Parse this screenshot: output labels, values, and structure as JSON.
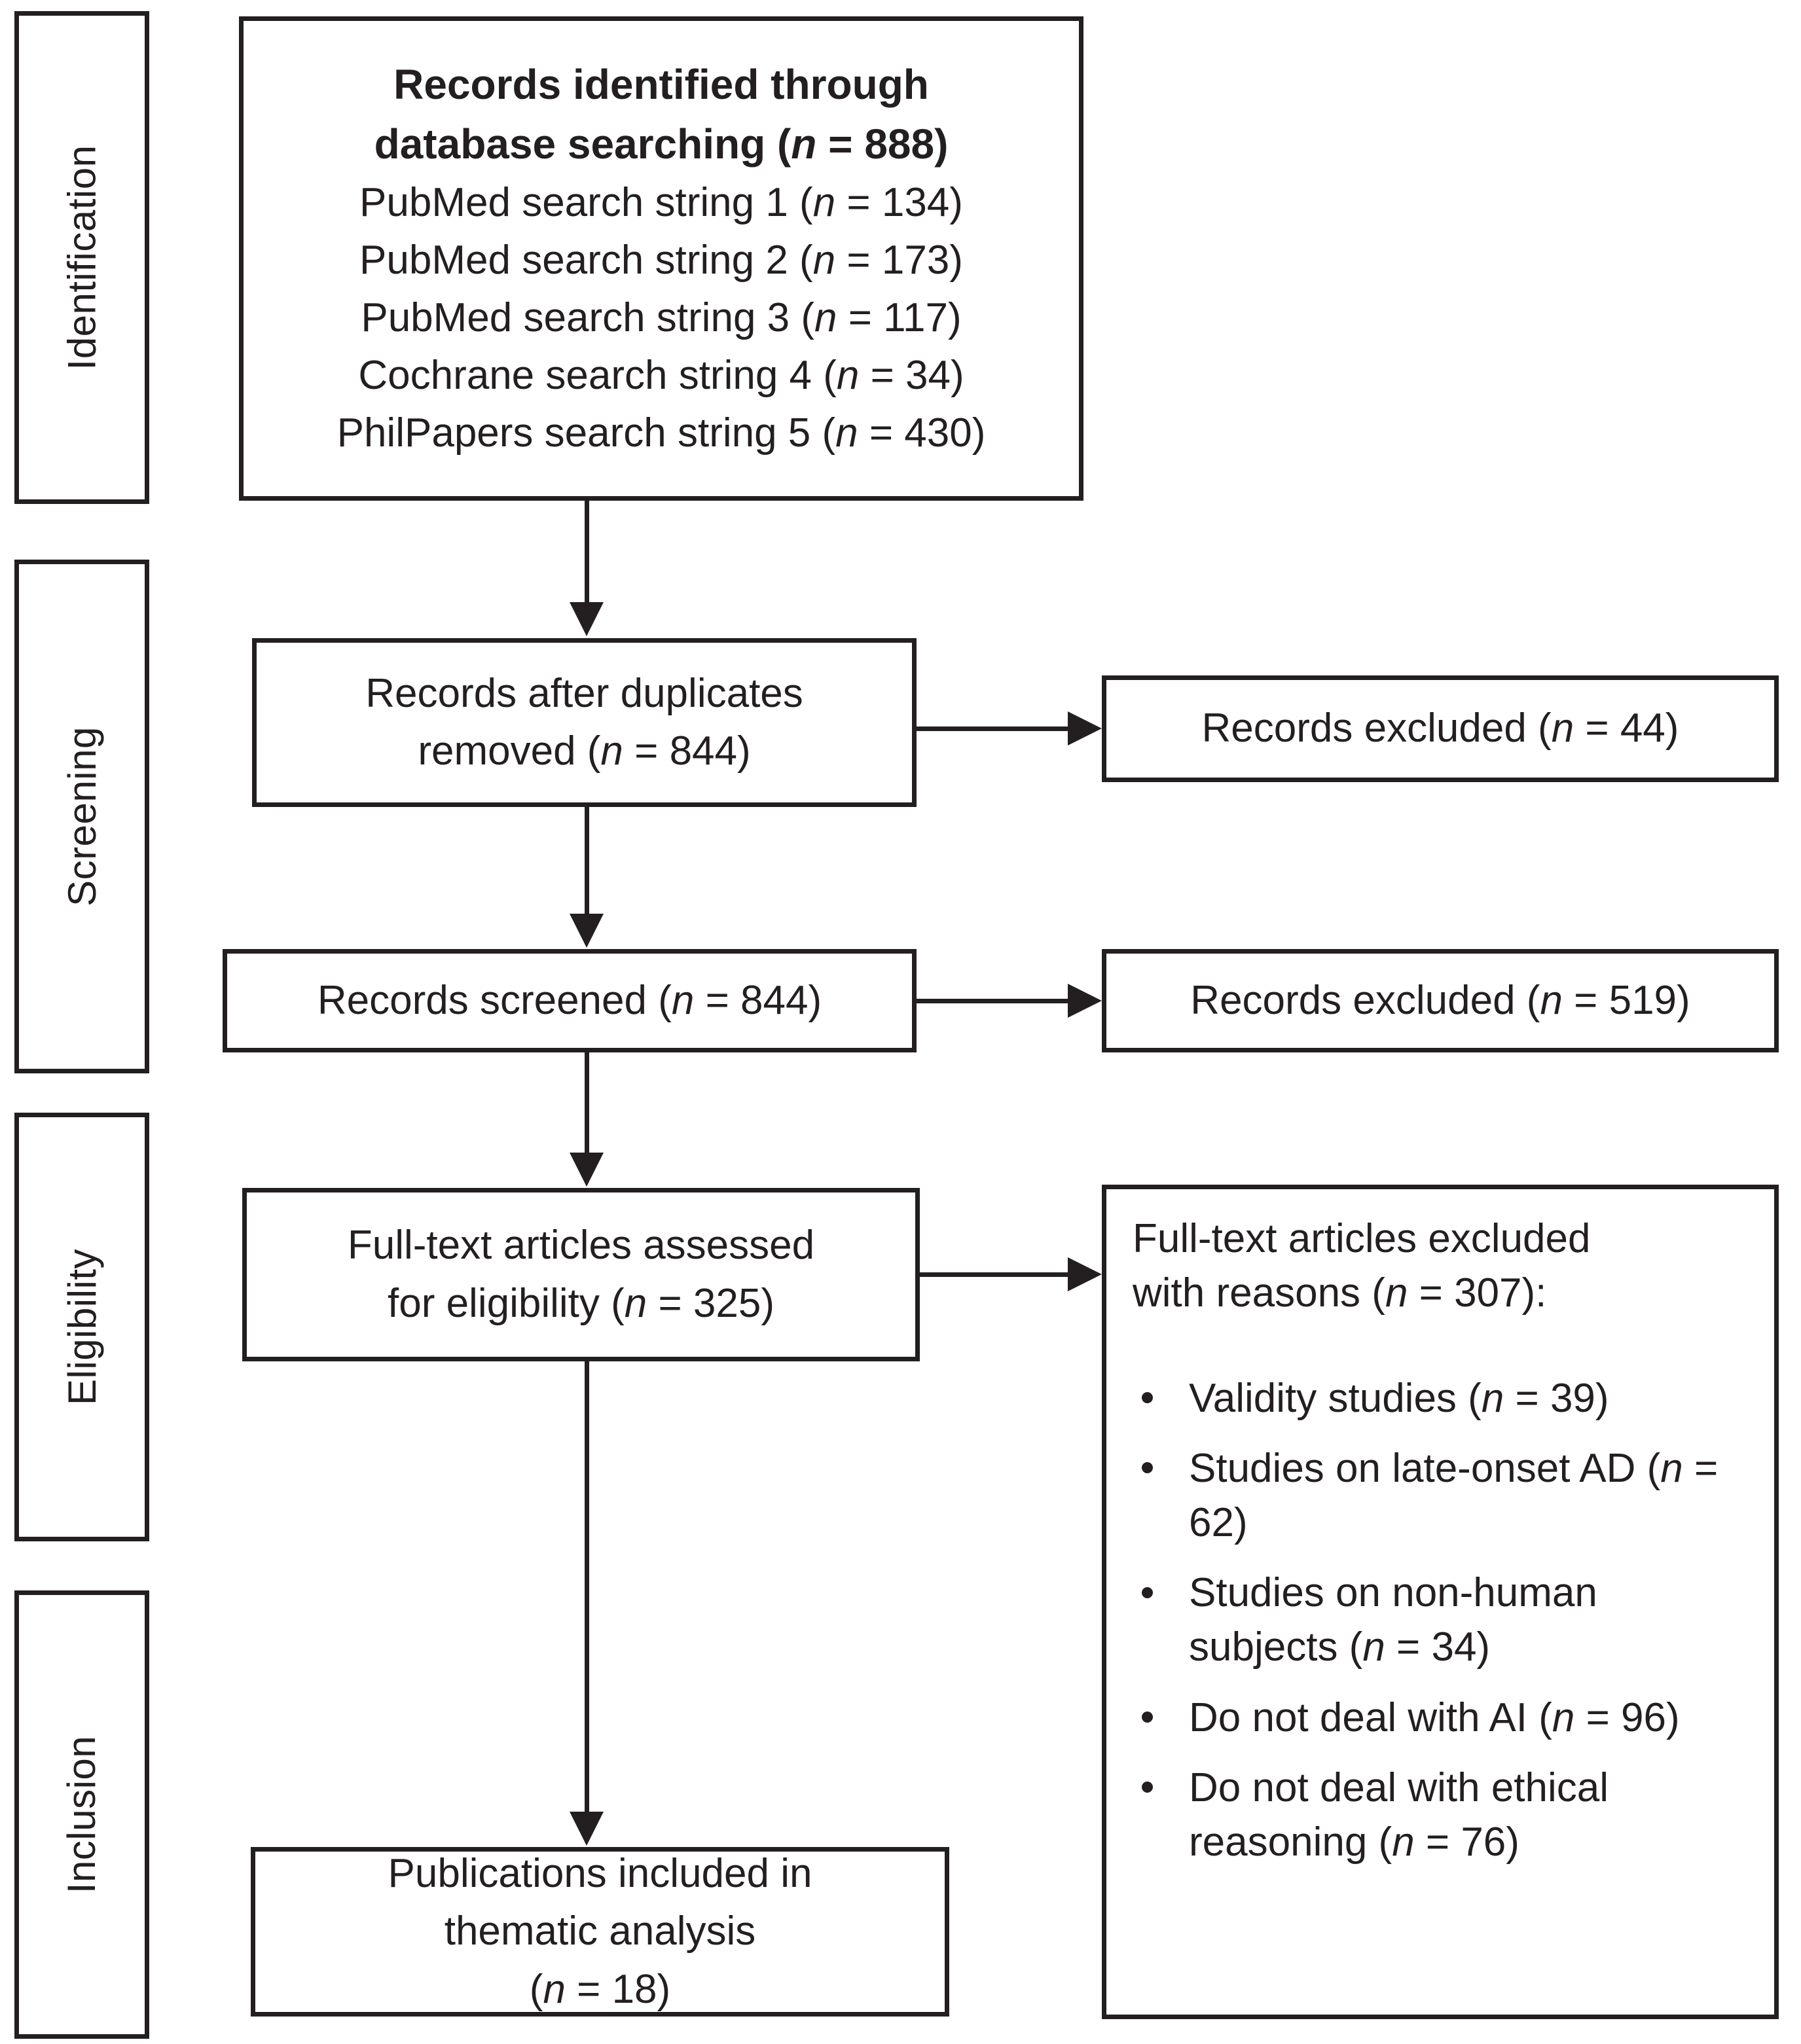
{
  "diagram": {
    "type": "prisma-flow-diagram",
    "phases": [
      {
        "id": "identification",
        "label": "Identification"
      },
      {
        "id": "screening",
        "label": "Screening"
      },
      {
        "id": "eligibility",
        "label": "Eligibility"
      },
      {
        "id": "inclusion",
        "label": "Inclusion"
      }
    ],
    "boxes": {
      "identified": {
        "title_line1": "Records identified through",
        "title_line2_pre": "database searching (",
        "title_n": "n",
        "title_line2_post": " = 888)",
        "sources": [
          {
            "label": "PubMed search string 1 (",
            "n": "n",
            "value": " = 134)"
          },
          {
            "label": "PubMed search string 2 (",
            "n": "n",
            "value": " = 173)"
          },
          {
            "label": "PubMed search string 3 (",
            "n": "n",
            "value": " = 117)"
          },
          {
            "label": "Cochrane search string 4 (",
            "n": "n",
            "value": " = 34)"
          },
          {
            "label": "PhilPapers search string 5 (",
            "n": "n",
            "value": " = 430)"
          }
        ]
      },
      "duplicates_removed": {
        "line1": "Records after duplicates",
        "line2_pre": "removed (",
        "n": "n",
        "line2_post": " = 844)"
      },
      "excluded_44": {
        "line1_pre": "Records excluded (",
        "n": "n",
        "line1_post": " = 44)"
      },
      "screened": {
        "line1_pre": "Records screened (",
        "n": "n",
        "line1_post": " = 844)"
      },
      "excluded_519": {
        "line1_pre": "Records excluded (",
        "n": "n",
        "line1_post": " = 519)"
      },
      "fulltext_assessed": {
        "line1": "Full-text articles assessed",
        "line2_pre": "for eligibility (",
        "n": "n",
        "line2_post": " = 325)"
      },
      "fulltext_excluded": {
        "head_line1": "Full-text articles excluded",
        "head_line2_pre": "with reasons (",
        "head_n": "n",
        "head_line2_post": " = 307):",
        "reasons": [
          {
            "text_pre": "Validity studies (",
            "n": "n",
            "text_post": " = 39)"
          },
          {
            "text_pre": "Studies on late-onset AD (",
            "n": "n",
            "text_post": " = 62)"
          },
          {
            "text_pre": "Studies on non-human subjects (",
            "n": "n",
            "text_post": " = 34)"
          },
          {
            "text_pre": "Do not deal with AI (",
            "n": "n",
            "text_post": " = 96)"
          },
          {
            "text_pre": "Do not deal with ethical reasoning (",
            "n": "n",
            "text_post": " = 76)"
          }
        ]
      },
      "included": {
        "line1": "Publications included in",
        "line2": "thematic analysis",
        "line3_pre": "(",
        "n": "n",
        "line3_post": " = 18)"
      }
    },
    "colors": {
      "stroke": "#231f20",
      "background": "#ffffff"
    }
  }
}
